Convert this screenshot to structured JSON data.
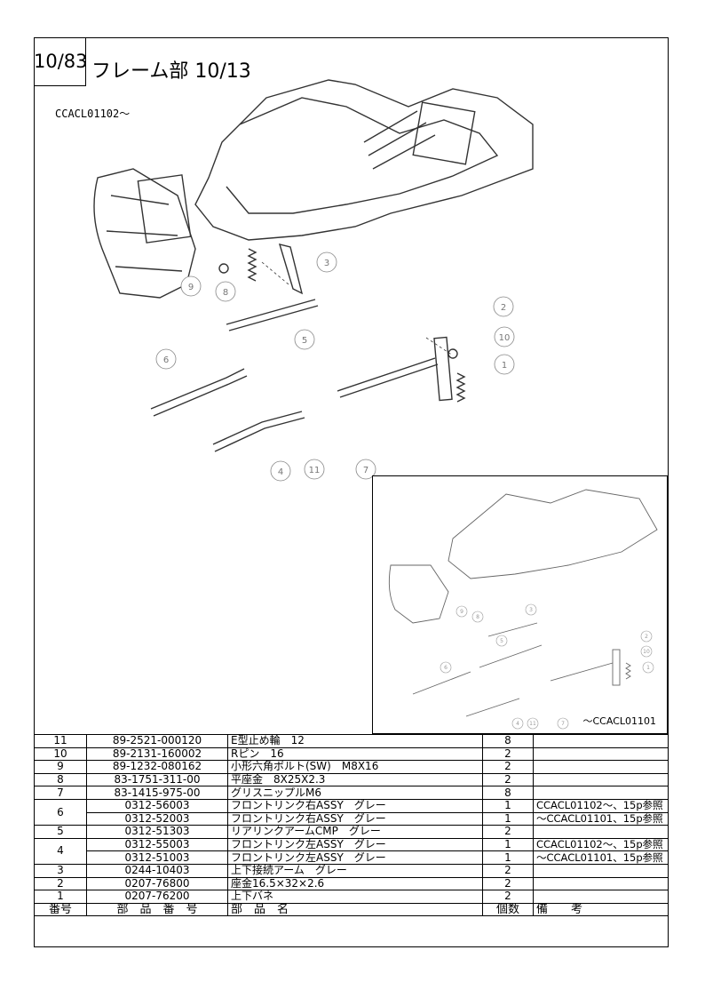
{
  "page": {
    "number": "10/83",
    "title": "フレーム部 10/13"
  },
  "drawing": {
    "serial_main": "CCACL01102～",
    "serial_inset": "～CCACL01101",
    "callouts": [
      "1",
      "2",
      "3",
      "4",
      "5",
      "6",
      "7",
      "8",
      "9",
      "10",
      "11"
    ],
    "inset_callouts": [
      "1",
      "2",
      "3",
      "4",
      "5",
      "6",
      "7",
      "8",
      "9",
      "10",
      "11"
    ]
  },
  "table": {
    "headers": {
      "no": "番号",
      "part_no": "部　品　番　号",
      "name": "部　品　名",
      "qty": "個数",
      "remarks": "備　　考"
    },
    "rows": [
      {
        "no": "11",
        "part_no": "89-2521-000120",
        "name": "E型止め輪　12",
        "qty": "8",
        "remarks": ""
      },
      {
        "no": "10",
        "part_no": "89-2131-160002",
        "name": "Rピン　16",
        "qty": "2",
        "remarks": ""
      },
      {
        "no": "9",
        "part_no": "89-1232-080162",
        "name": "小形六角ボルト(SW)　M8X16",
        "qty": "2",
        "remarks": ""
      },
      {
        "no": "8",
        "part_no": "83-1751-311-00",
        "name": "平座金　8X25X2.3",
        "qty": "2",
        "remarks": ""
      },
      {
        "no": "7",
        "part_no": "83-1415-975-00",
        "name": "グリスニップルM6",
        "qty": "8",
        "remarks": ""
      },
      {
        "no": "6",
        "part_no": "0312-56003",
        "name": "フロントリンク右ASSY　グレー",
        "qty": "1",
        "remarks": "CCACL01102～、15p参照"
      },
      {
        "no": "",
        "part_no": "0312-52003",
        "name": "フロントリンク右ASSY　グレー",
        "qty": "1",
        "remarks": "～CCACL01101、15p参照"
      },
      {
        "no": "5",
        "part_no": "0312-51303",
        "name": "リアリンクアームCMP　グレー",
        "qty": "2",
        "remarks": ""
      },
      {
        "no": "4",
        "part_no": "0312-55003",
        "name": "フロントリンク左ASSY　グレー",
        "qty": "1",
        "remarks": "CCACL01102～、15p参照"
      },
      {
        "no": "",
        "part_no": "0312-51003",
        "name": "フロントリンク左ASSY　グレー",
        "qty": "1",
        "remarks": "～CCACL01101、15p参照"
      },
      {
        "no": "3",
        "part_no": "0244-10403",
        "name": "上下接続アーム　グレー",
        "qty": "2",
        "remarks": ""
      },
      {
        "no": "2",
        "part_no": "0207-76800",
        "name": "座金16.5×32×2.6",
        "qty": "2",
        "remarks": ""
      },
      {
        "no": "1",
        "part_no": "0207-76200",
        "name": "上下バネ",
        "qty": "2",
        "remarks": ""
      }
    ]
  }
}
